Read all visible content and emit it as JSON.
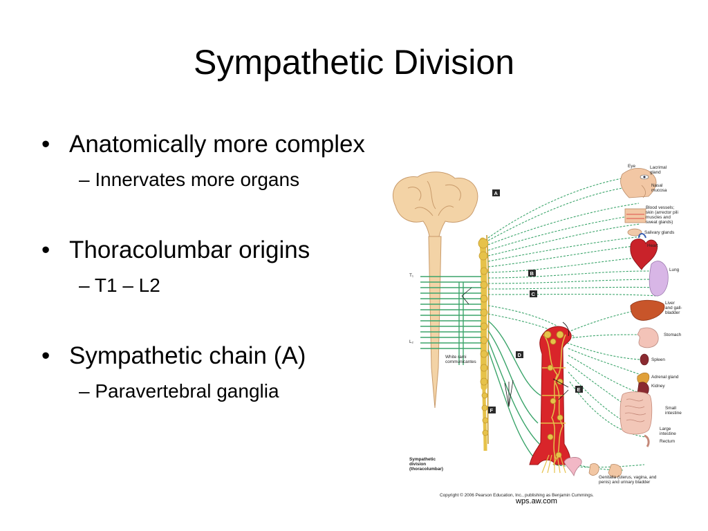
{
  "title": "Sympathetic Division",
  "bullets": [
    {
      "text": "Anatomically more complex",
      "sub": "Innervates more organs"
    },
    {
      "text": "Thoracolumbar origins",
      "sub": "T1 – L2"
    },
    {
      "text": "Sympathetic chain (A)",
      "sub": "Paravertebral ganglia"
    }
  ],
  "figure": {
    "letters": [
      "A",
      "B",
      "C",
      "D",
      "E",
      "F"
    ],
    "spinal_labels": {
      "top": "T₁",
      "bottom": "L₂"
    },
    "white_rami": [
      "White rami",
      "communicantes"
    ],
    "division_label": [
      "Sympathetic",
      "division",
      "(thoracolumbar)"
    ],
    "organs": {
      "eye": "Eye",
      "lacrimal": [
        "Lacrimal",
        "gland"
      ],
      "nasal": [
        "Nasal",
        "mucosa"
      ],
      "blood": [
        "Blood vessels;",
        "skin (arrector pili",
        "muscles and",
        "sweat glands)"
      ],
      "salivary": "Salivary glands",
      "heart": "Heart",
      "lung": "Lung",
      "liver": [
        "Liver",
        "and gall-",
        "bladder"
      ],
      "stomach": "Stomach",
      "spleen": "Spleen",
      "adrenal": "Adrenal gland",
      "kidney": "Kidney",
      "small_int": [
        "Small",
        "intestine"
      ],
      "large_int": [
        "Large",
        "intestine"
      ],
      "rectum": "Rectum",
      "genitalia": [
        "Genitalia (uterus, vagina, and",
        "penis) and urinary bladder"
      ]
    },
    "copyright": "Copyright © 2006 Pearson Education, Inc., publishing as Benjamin Cummings."
  },
  "credit": "wps.aw.com",
  "colors": {
    "nerve": "#3aa46a",
    "chain": "#e6c24a",
    "brain": "#f3d3a6",
    "aorta": "#d9252a",
    "label_box": "#2a2a2a"
  }
}
